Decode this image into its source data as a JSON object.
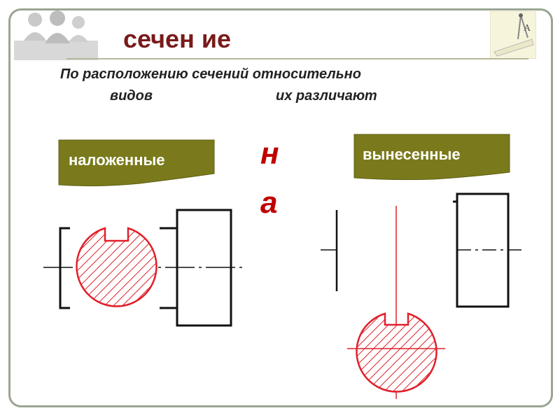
{
  "slide": {
    "title": "сечен ие",
    "subtitle_line1": "По расположению сечений относительно",
    "subtitle_line2_left": "видов",
    "subtitle_line2_right": "их различают",
    "banner_left": "наложенные",
    "banner_right": "вынесенные",
    "center_letter_1": "н",
    "center_letter_2": "а"
  },
  "colors": {
    "title": "#7a1a1a",
    "banner": "#7a7a1c",
    "accent_red": "#e0202a",
    "frame": "#9aa591"
  },
  "icons": {
    "top_left": "people-silhouette-icon",
    "top_right": "drafting-compass-icon"
  }
}
